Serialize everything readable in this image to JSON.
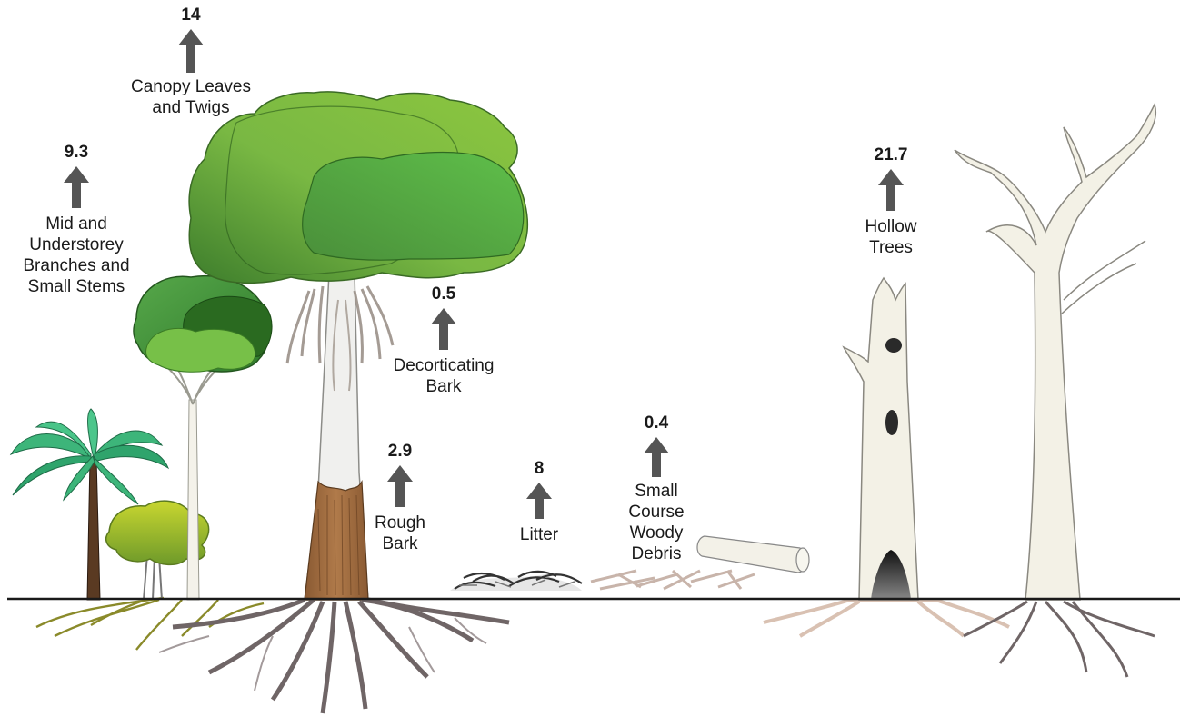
{
  "categories": [
    {
      "id": "canopy",
      "value": "14",
      "label_lines": [
        "Canopy Leaves",
        "and Twigs"
      ]
    },
    {
      "id": "midstorey",
      "value": "9.3",
      "label_lines": [
        "Mid and",
        "Understorey",
        "Branches and",
        "Small Stems"
      ]
    },
    {
      "id": "decorticating-bark",
      "value": "0.5",
      "label_lines": [
        "Decorticating",
        "Bark"
      ]
    },
    {
      "id": "rough-bark",
      "value": "2.9",
      "label_lines": [
        "Rough",
        "Bark"
      ]
    },
    {
      "id": "litter",
      "value": "8",
      "label_lines": [
        "Litter"
      ]
    },
    {
      "id": "woody-debris",
      "value": "0.4",
      "label_lines": [
        "Small",
        "Course",
        "Woody",
        "Debris"
      ]
    },
    {
      "id": "hollow-trees",
      "value": "21.7",
      "label_lines": [
        "Hollow",
        "Trees"
      ]
    }
  ],
  "colors": {
    "arrow": "#555555",
    "ground_line": "#1a1a1a",
    "canopy_green": "#6dbb3c",
    "dead_wood": "#f1efe6",
    "root": "#6f6566"
  }
}
